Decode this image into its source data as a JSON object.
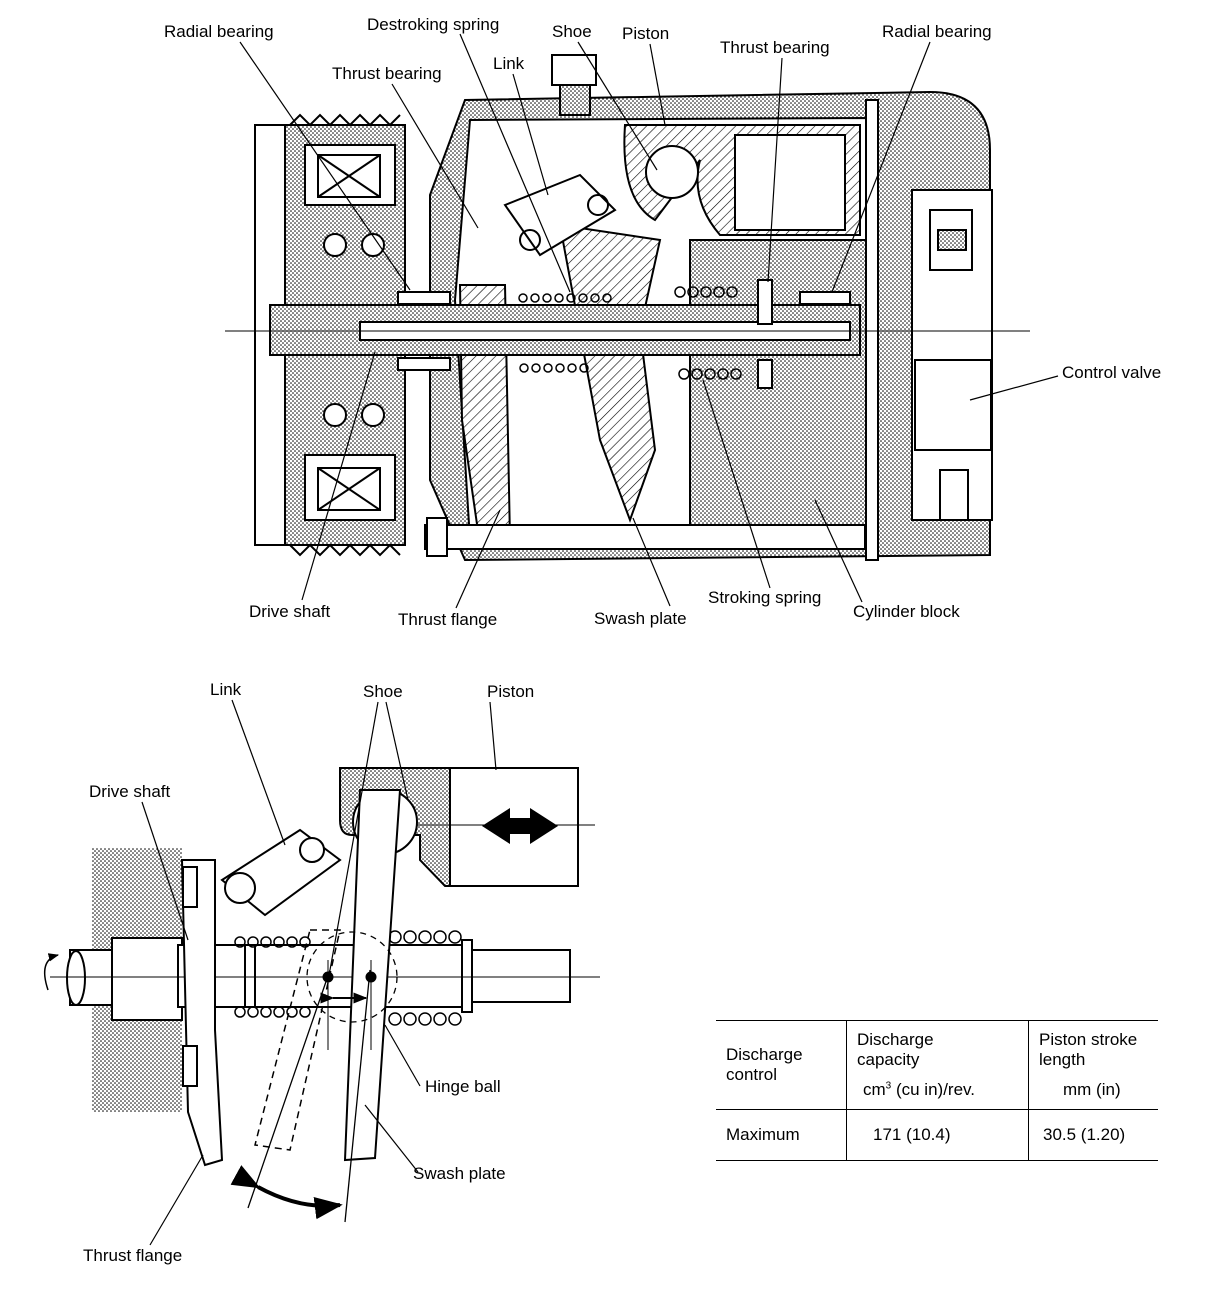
{
  "top_labels": {
    "radial_bearing_left": "Radial bearing",
    "destroking_spring": "Destroking spring",
    "shoe": "Shoe",
    "piston": "Piston",
    "thrust_bearing_right": "Thrust bearing",
    "radial_bearing_right": "Radial bearing",
    "thrust_bearing_left": "Thrust bearing",
    "link": "Link",
    "control_valve": "Control valve",
    "drive_shaft": "Drive shaft",
    "thrust_flange": "Thrust flange",
    "swash_plate": "Swash plate",
    "stroking_spring": "Stroking spring",
    "cylinder_block": "Cylinder block"
  },
  "bottom_labels": {
    "link": "Link",
    "shoe": "Shoe",
    "piston": "Piston",
    "drive_shaft": "Drive shaft",
    "hinge_ball": "Hinge ball",
    "swash_plate": "Swash plate",
    "thrust_flange": "Thrust flange"
  },
  "spec_table": {
    "col1": [
      "Discharge",
      "control"
    ],
    "col2": [
      "Discharge",
      "capacity"
    ],
    "col2_unit_base": "cm",
    "col2_unit_sup": "3",
    "col2_unit_rest": " (cu in)/rev.",
    "col3": [
      "Piston stroke",
      "length"
    ],
    "col3_unit": "mm (in)",
    "row_label": "Maximum",
    "capacity": "171 (10.4)",
    "stroke": "30.5 (1.20)"
  }
}
